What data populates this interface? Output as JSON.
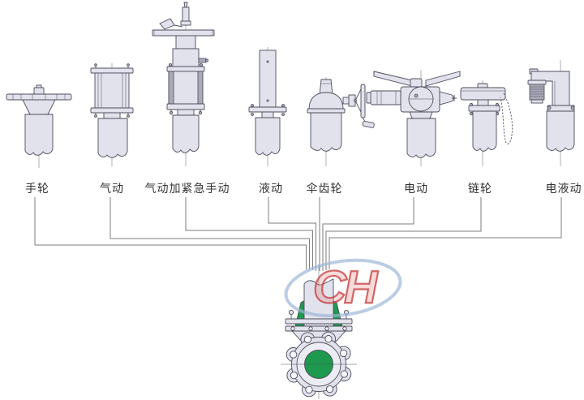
{
  "diagram": {
    "watermark": {
      "text": "CH"
    },
    "actuators": [
      {
        "id": "handwheel",
        "label": "手轮"
      },
      {
        "id": "pneumatic",
        "label": "气动"
      },
      {
        "id": "pneumatic-plus-emergency-manual",
        "label": "气动加紧急手动"
      },
      {
        "id": "hydraulic",
        "label": "液动"
      },
      {
        "id": "bevel-gear",
        "label": "伞齿轮"
      },
      {
        "id": "electric",
        "label": "电动"
      },
      {
        "id": "chain-wheel",
        "label": "链轮"
      },
      {
        "id": "electro-hydraulic",
        "label": "电液动"
      }
    ],
    "colors": {
      "background": "#ffffff",
      "outline": "#4d4d5e",
      "metal_fill": "#e2e2ec",
      "metal_dark": "#aaaab8",
      "green": "#1d9a4d",
      "connector": "#7d7d7d",
      "label_text": "#333333",
      "watermark_red": "#c74040",
      "watermark_blue": "#9bb5d6"
    }
  }
}
